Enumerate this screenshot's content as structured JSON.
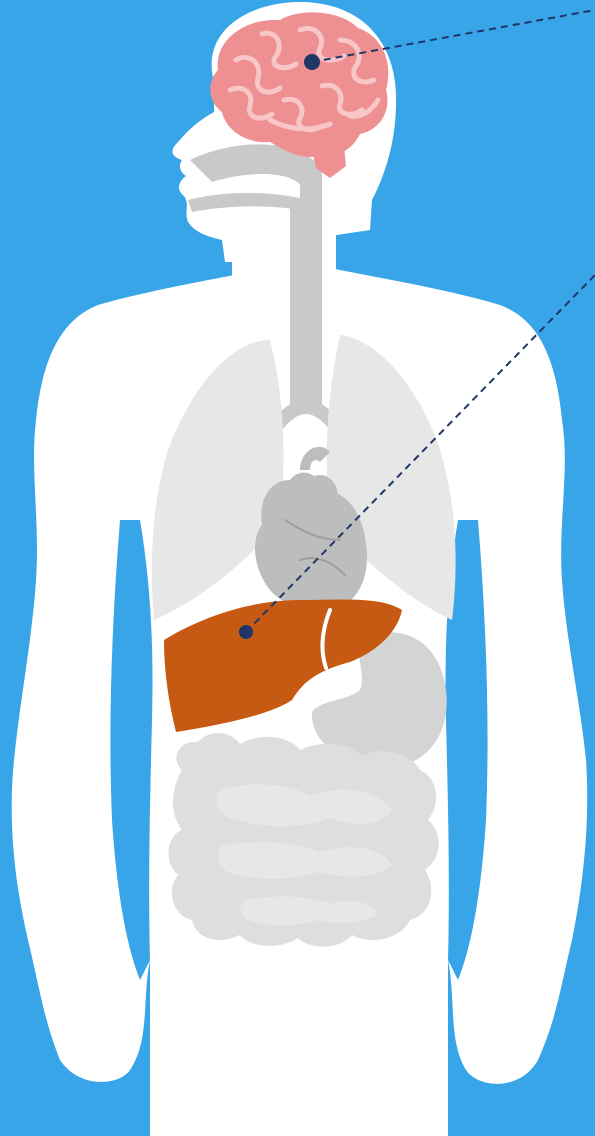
{
  "illustration": {
    "subject": "human-body-organs",
    "highlighted_organs": [
      "brain",
      "liver"
    ],
    "callouts": [
      {
        "organ": "brain",
        "style": "dashed",
        "direction": "to-right-edge"
      },
      {
        "organ": "liver",
        "style": "dashed",
        "direction": "to-upper-right"
      }
    ]
  },
  "colors": {
    "background": "#38a5e8",
    "body": "#ffffff",
    "brain": "#ee8f91",
    "brain_folds": "#f8c6c7",
    "liver": "#c65a12",
    "organs_gray": "#c9c9c9",
    "organs_light": "#e7e7e7",
    "intestine": "#dedede",
    "callout_line": "#1f3766",
    "callout_dot": "#1f3766"
  },
  "icons": {
    "brain": "brain-icon",
    "heart": "heart-icon",
    "lungs": "lungs-icon",
    "liver": "liver-icon",
    "stomach": "stomach-icon",
    "intestines": "intestines-icon"
  }
}
